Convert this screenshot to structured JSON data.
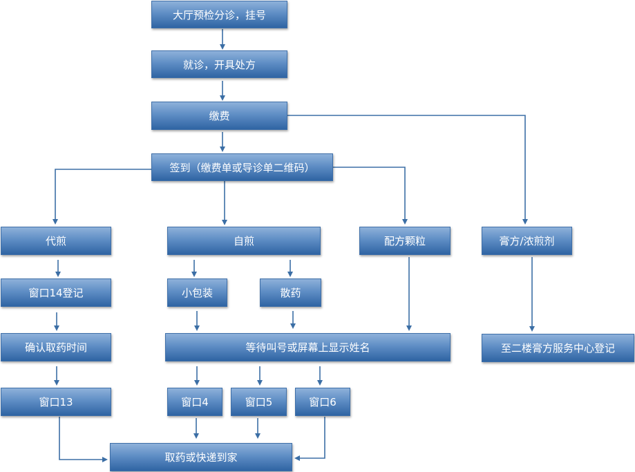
{
  "nodes": {
    "triage": "大厅预检分诊，挂号",
    "consult": "就诊，开具处方",
    "payment": "缴费",
    "checkin": "签到（缴费单或导诊单二维码）",
    "daijian": "代煎",
    "zijian": "自煎",
    "granules": "配方颗粒",
    "gaofang": "膏方/浓煎剂",
    "win14": "窗口14登记",
    "small_pack": "小包装",
    "loose": "散药",
    "confirm_time": "确认取药时间",
    "wait_screen": "等待叫号或屏幕上显示姓名",
    "gaofang_center": "至二楼膏方服务中心登记",
    "win13": "窗口13",
    "win4": "窗口4",
    "win5": "窗口5",
    "win6": "窗口6",
    "pickup": "取药或快递到家"
  },
  "edges": [
    [
      "triage",
      "consult"
    ],
    [
      "consult",
      "payment"
    ],
    [
      "payment",
      "checkin"
    ],
    [
      "payment",
      "gaofang"
    ],
    [
      "checkin",
      "daijian"
    ],
    [
      "checkin",
      "zijian"
    ],
    [
      "checkin",
      "granules"
    ],
    [
      "daijian",
      "win14"
    ],
    [
      "win14",
      "confirm_time"
    ],
    [
      "confirm_time",
      "win13"
    ],
    [
      "win13",
      "pickup"
    ],
    [
      "zijian",
      "small_pack"
    ],
    [
      "zijian",
      "loose"
    ],
    [
      "small_pack",
      "wait_screen"
    ],
    [
      "loose",
      "wait_screen"
    ],
    [
      "granules",
      "wait_screen"
    ],
    [
      "wait_screen",
      "win4"
    ],
    [
      "wait_screen",
      "win5"
    ],
    [
      "wait_screen",
      "win6"
    ],
    [
      "win4",
      "pickup"
    ],
    [
      "win5",
      "pickup"
    ],
    [
      "win6",
      "pickup"
    ],
    [
      "gaofang",
      "gaofang_center"
    ]
  ]
}
